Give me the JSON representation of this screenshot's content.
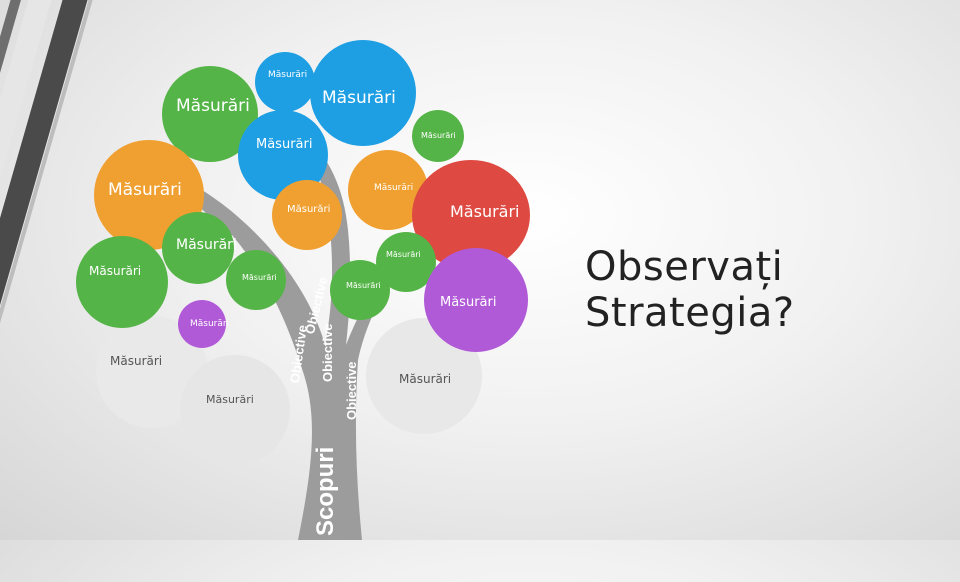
{
  "heading": "Observați Strategia?",
  "trunk": {
    "main": "Scopuri",
    "branch_1": "Obiective",
    "branch_2": "Obiective",
    "branch_3": "Obiective",
    "branch_4": "Obiective"
  },
  "measures": {
    "label": "Măsurări"
  },
  "colors": {
    "blue": "#1e9fe3",
    "green": "#55b447",
    "orange": "#f0a030",
    "red": "#de4a41",
    "purple": "#b15ad8",
    "grey_light": "#e9e9e9",
    "grey_trunk": "#9c9c9c"
  }
}
